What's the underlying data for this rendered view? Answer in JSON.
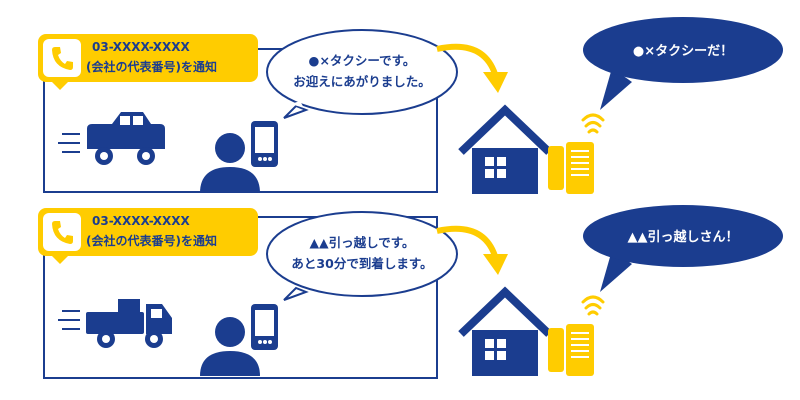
{
  "scenes": [
    {
      "phone_number": "03-XXXX-XXXX",
      "notify_text": "(会社の代表番号)を通知",
      "driver_speech": [
        "●×タクシーです。",
        "お迎えにあがりました。"
      ],
      "house_speech": "●×タクシーだ！",
      "vehicle": "car-icon"
    },
    {
      "phone_number": "03-XXXX-XXXX",
      "notify_text": "(会社の代表番号)を通知",
      "driver_speech": [
        "▲▲引っ越しです。",
        "あと30分で到着します。"
      ],
      "house_speech": "▲▲引っ越しさん！",
      "vehicle": "truck-icon"
    }
  ],
  "colors": {
    "navy": "#1b3d8f",
    "yellow": "#ffcc00",
    "white": "#ffffff"
  }
}
